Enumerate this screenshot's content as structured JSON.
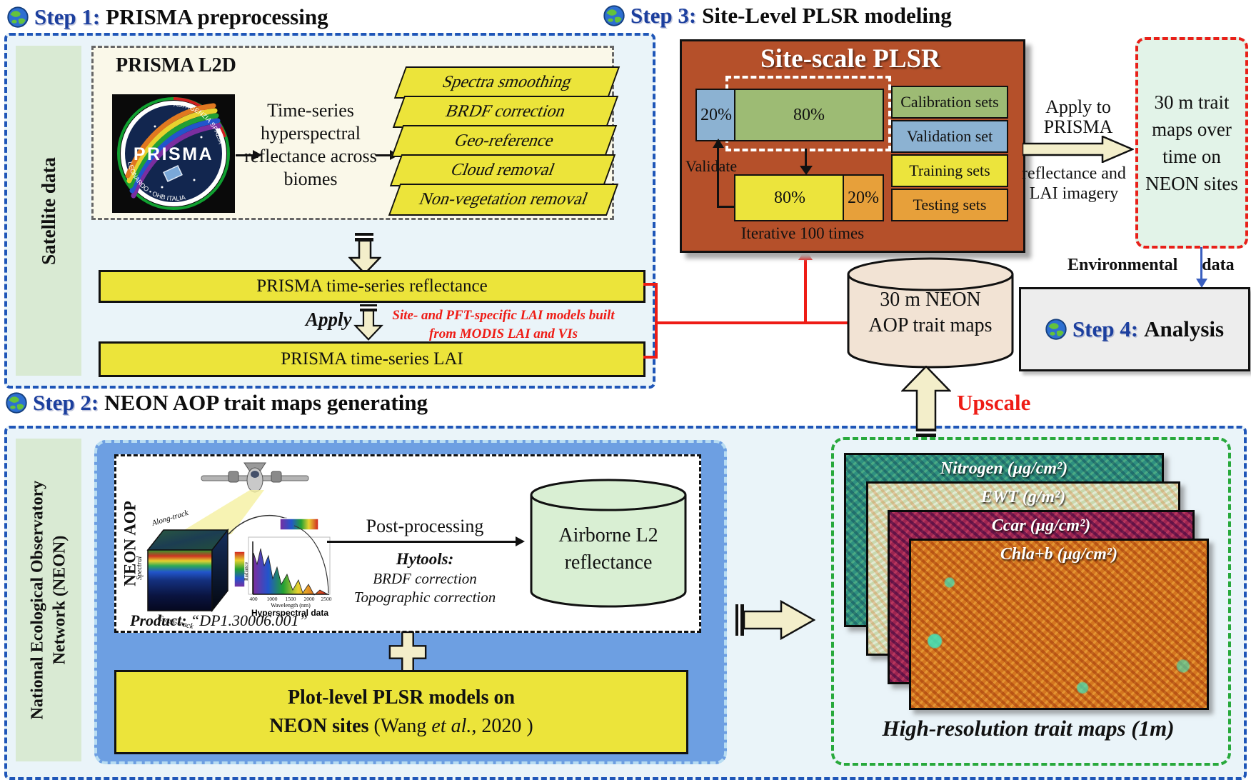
{
  "step1": {
    "label": "Step 1:",
    "title": "PRISMA preprocessing"
  },
  "step2": {
    "label": "Step 2:",
    "title": "NEON AOP trait maps generating"
  },
  "step3": {
    "label": "Step 3:",
    "title": "Site-Level PLSR modeling"
  },
  "step4": {
    "label": "Step 4:",
    "title": "Analysis"
  },
  "sidebar_satellite": "Satellite data",
  "sidebar_neon_line1": "National Ecological Observatory",
  "sidebar_neon_line2": "Network (NEON)",
  "prisma": {
    "box_title": "PRISMA L2D",
    "logo_name": "PRISMA",
    "logo_ring_top": "ASI AGENZIA SPAZIALE ITALIANA",
    "logo_ring_bottom": "LEONARDO • OHB ITALIA",
    "flow_text": "Time-series hyperspectral reflectance across biomes",
    "processing_steps": [
      "Spectra smoothing",
      "BRDF correction",
      "Geo-reference",
      "Cloud removal",
      "Non-vegetation removal"
    ],
    "bar_reflectance": "PRISMA time-series reflectance",
    "apply_label": "Apply",
    "apply_note_line1": "Site- and PFT-specific LAI models built",
    "apply_note_line2": "from MODIS LAI and VIs",
    "bar_lai": "PRISMA time-series LAI"
  },
  "plsr": {
    "title": "Site-scale PLSR",
    "val_pct": "20%",
    "cal_pct": "80%",
    "train_pct": "80%",
    "test_pct": "20%",
    "validate_label": "Validate",
    "iterate_label": "Iterative 100 times",
    "legend": [
      "Calibration sets",
      "Validation set",
      "Training sets",
      "Testing sets"
    ]
  },
  "apply_to": {
    "line1": "Apply to",
    "line2": "PRISMA",
    "line3": "reflectance and",
    "line4": "LAI imagery"
  },
  "trait_box_lines": [
    "30 m trait",
    "maps over",
    "time on",
    "NEON sites"
  ],
  "env_word1": "Environmental",
  "env_word2": "data",
  "neon_cylinder_line1": "30 m NEON",
  "neon_cylinder_line2": "AOP trait maps",
  "upscale_label": "Upscale",
  "aop": {
    "vertical_label": "NEON AOP",
    "along_track": "Along-track",
    "cross_track": "Cross-track",
    "spectral": "Spectral",
    "chart": {
      "ylabel": "Radiance",
      "xlabel": "Wavelength (nm)",
      "ticks": [
        "400",
        "1000",
        "1500",
        "2000",
        "2500"
      ],
      "caption": "Hyperspectral data"
    },
    "product_label": "Product:",
    "product_value": "“DP1.30006.001”",
    "post_processing": "Post-processing",
    "hytools_title": "Hytools:",
    "hytools_line1": "BRDF correction",
    "hytools_line2": "Topographic correction",
    "air_cylinder_line1": "Airborne L2",
    "air_cylinder_line2": "reflectance",
    "plot_line1": "Plot-level PLSR models on",
    "plot_line2_bold": "NEON sites",
    "plot_line2_pre": " (Wang ",
    "plot_line2_italic": "et al.",
    "plot_line2_post": ", 2020 )"
  },
  "maps": {
    "layers": [
      {
        "label": "Nitrogen (μg/cm²)"
      },
      {
        "label": "EWT (g/m²)"
      },
      {
        "label": "Ccar (μg/cm²)"
      },
      {
        "label": "Chla+b (μg/cm²)"
      }
    ],
    "caption": "High-resolution trait maps (1m)"
  },
  "colors": {
    "panel_bg": "#eaf4f9",
    "panel_border_blue": "#1f56b8",
    "sidebar_green": "#d9ead3",
    "process_yellow": "#ece43a",
    "brick": "#b5502a",
    "legend_green": "#9dbb74",
    "legend_blue": "#8cb2d2",
    "legend_yellow": "#ece43c",
    "legend_orange": "#e7a03a",
    "red_accent": "#ee1c16",
    "cream_arrow": "#f3eeca",
    "blue_inner_box": "#6d9fe2",
    "trait_green_border": "#28a93c",
    "step_label_blue": "#1c3f9e"
  }
}
